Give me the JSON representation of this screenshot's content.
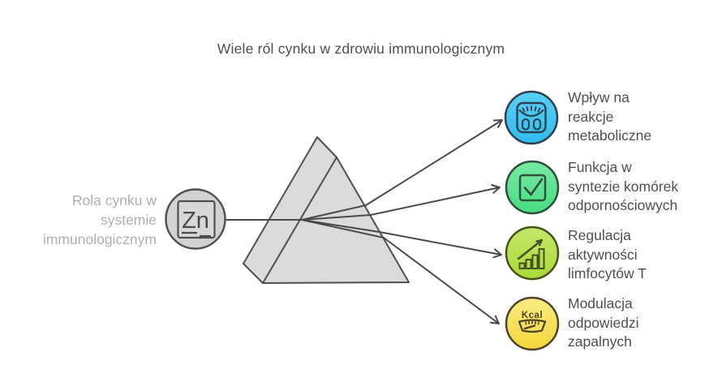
{
  "title": "Wiele ról cynku w zdrowiu immunologicznym",
  "source": {
    "label_lines": [
      "Rola cynku w",
      "systemie",
      "immunologicznym"
    ],
    "element_symbol": "Zn"
  },
  "outcomes": [
    {
      "name": "metabolic-reactions",
      "icon": "weight-scale-icon",
      "color_top": "#5bcff4",
      "color_bottom": "#30bcf0",
      "border_color": "#2e3f4e",
      "lines": [
        "Wpływ na",
        "reakcje",
        "metaboliczne"
      ]
    },
    {
      "name": "immune-cell-synthesis",
      "icon": "checkbox-check-icon",
      "color_top": "#77eaa3",
      "color_bottom": "#48dd80",
      "border_color": "#2e4f3c",
      "lines": [
        "Funkcja w",
        "syntezie komórek",
        "odpornościowych"
      ]
    },
    {
      "name": "t-lymphocyte-regulation",
      "icon": "growth-chart-icon",
      "color_top": "#c5e76e",
      "color_bottom": "#a8da33",
      "border_color": "#46511f",
      "lines": [
        "Regulacja",
        "aktywności",
        "limfocytów T"
      ]
    },
    {
      "name": "inflammatory-response",
      "icon": "kcal-gauge-icon",
      "icon_text": "Kcal",
      "color_top": "#f9ec85",
      "color_bottom": "#f3d73a",
      "border_color": "#4f4526",
      "lines": [
        "Modulacja",
        "odpowiedzi",
        "zapalnych"
      ]
    }
  ],
  "styles": {
    "background": "#ffffff",
    "line_color": "#4a4a4a",
    "prism_fill": "#dbdbdb",
    "prism_stroke": "#4f4f4f",
    "node_fill": "#d2d2d2",
    "text_color": "#4f4f4f",
    "muted_text_color": "#b0b0b0"
  }
}
